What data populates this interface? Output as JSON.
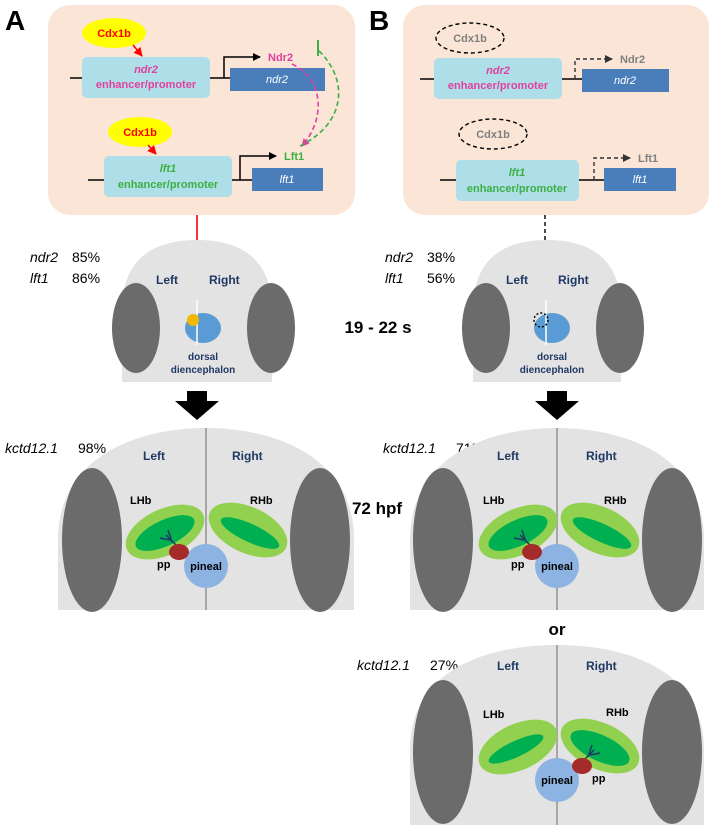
{
  "panels": {
    "a": "A",
    "b": "B"
  },
  "grn": {
    "tf": "Cdx1b",
    "ndr2_enhancer_gene": "ndr2",
    "lft1_enhancer_gene": "lft1",
    "enhancer_text": "enhancer/promoter",
    "ndr2_gene": "ndr2",
    "lft1_gene": "lft1",
    "ndr2_protein": "Ndr2",
    "lft1_protein": "Lft1"
  },
  "stage_early": {
    "label": "19 - 22 s",
    "a": {
      "genes": [
        {
          "name": "ndr2",
          "pct": "85%"
        },
        {
          "name": "lft1",
          "pct": "86%"
        }
      ]
    },
    "b": {
      "genes": [
        {
          "name": "ndr2",
          "pct": "38%"
        },
        {
          "name": "lft1",
          "pct": "56%"
        }
      ]
    },
    "left": "Left",
    "right": "Right",
    "region_line1": "dorsal",
    "region_line2": "diencephalon"
  },
  "stage_late": {
    "label": "72 hpf",
    "gene": "kctd12.1",
    "a_pct": "98%",
    "b1_pct": "71%",
    "b2_pct": "27%",
    "left": "Left",
    "right": "Right",
    "lhb": "LHb",
    "rhb": "RHb",
    "pineal": "pineal",
    "pp": "pp"
  },
  "or_label": "or",
  "colors": {
    "box_bg": "#fbe5d6",
    "enhancer": "#aedfe8",
    "gene_box": "#4a7ebb",
    "tf_fill": "#ffff00",
    "tf_text": "#ff0000",
    "ndr2_pink": "#e040a0",
    "lft1_green": "#3cb043",
    "brain": "#e3e3e3",
    "eye": "#6b6b6b",
    "habenula_outer": "#92d050",
    "habenula_inner": "#00b050",
    "pineal": "#8db3e2",
    "pp": "#a52a2a",
    "label_navy": "#203864"
  }
}
